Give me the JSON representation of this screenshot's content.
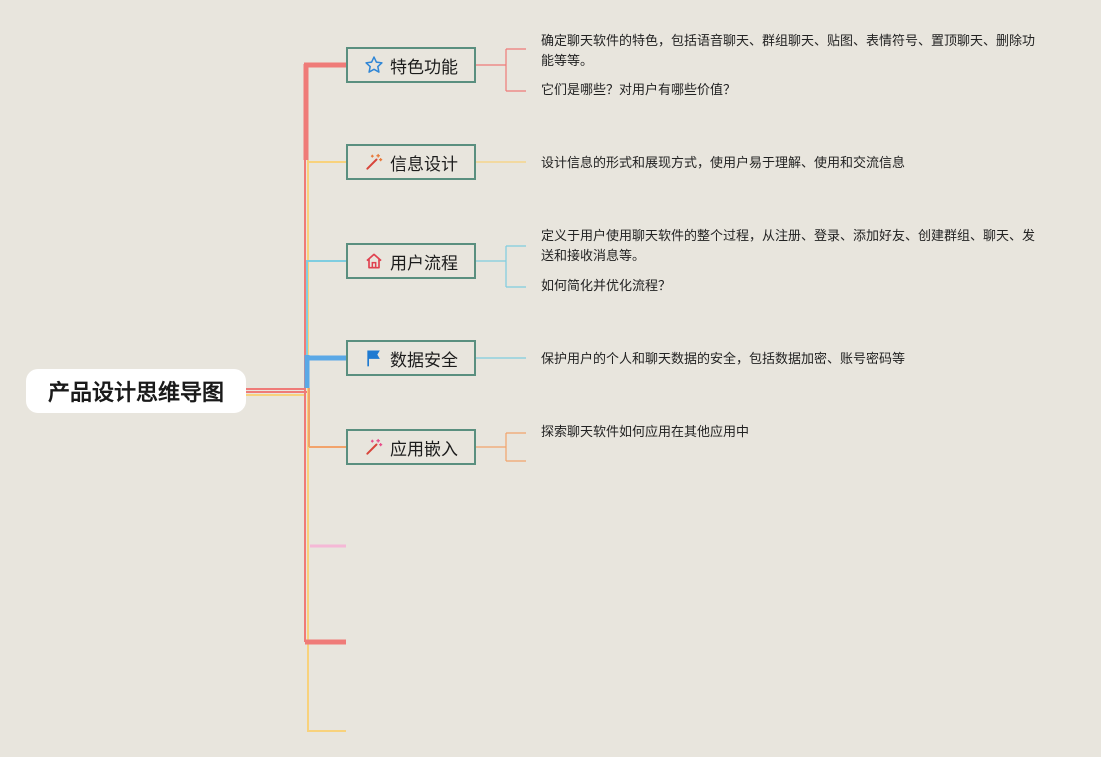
{
  "root": {
    "title": "产品设计思维导图"
  },
  "branches": [
    {
      "label": "特色功能",
      "icon": "star-icon",
      "color": "#ef7b78",
      "notes": [
        "确定聊天软件的特色，包括语音聊天、群组聊天、贴图、表情符号、置顶聊天、删除功能等等。",
        "它们是哪些？对用户有哪些价值？"
      ]
    },
    {
      "label": "信息设计",
      "icon": "magic-wand-icon",
      "color": "#f8d27c",
      "notes": [
        "设计信息的形式和展现方式，使用户易于理解、使用和交流信息"
      ]
    },
    {
      "label": "用户流程",
      "icon": "home-icon",
      "color": "#7fcde0",
      "notes": [
        "定义于用户使用聊天软件的整个过程，从注册、登录、添加好友、创建群组、聊天、发送和接收消息等。",
        "如何简化并优化流程？"
      ]
    },
    {
      "label": "数据安全",
      "icon": "flag-icon",
      "color": "#5aa8e6",
      "notes": [
        "保护用户的个人和聊天数据的安全，包括数据加密、账号密码等"
      ]
    },
    {
      "label": "应用嵌入",
      "icon": "magic-wand-icon",
      "color": "#f2a36b",
      "notes": [
        "探索聊天软件如何应用在其他应用中"
      ]
    }
  ],
  "colors": {
    "background": "#e8e5dd",
    "node_border": "#5a8f7f",
    "empty_branch_pink": "#f5b8d6",
    "empty_branch_red": "#ef7b78",
    "empty_branch_yellow": "#f8d27c"
  }
}
